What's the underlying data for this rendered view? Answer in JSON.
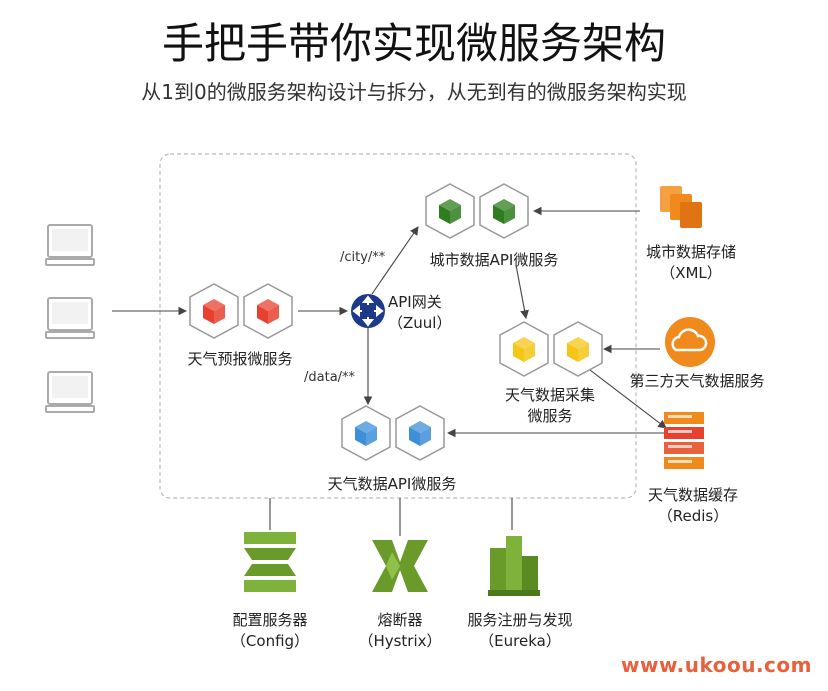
{
  "header": {
    "title": "手把手带你实现微服务架构",
    "subtitle": "从1到0的微服务架构设计与拆分，从无到有的微服务架构实现"
  },
  "nodes": {
    "weather_forecast": "天气预报微服务",
    "gateway_name": "API网关",
    "gateway_sub": "（Zuul）",
    "city_api": "城市数据API微服务",
    "collector_line1": "天气数据采集",
    "collector_line2": "微服务",
    "weather_api": "天气数据API微服务",
    "city_store_line1": "城市数据存储",
    "city_store_line2": "（XML）",
    "third_party": "第三方天气数据服务",
    "cache_line1": "天气数据缓存",
    "cache_line2": "（Redis）",
    "config_line1": "配置服务器",
    "config_line2": "（Config）",
    "breaker_line1": "熔断器",
    "breaker_line2": "（Hystrix）",
    "registry_line1": "服务注册与发现",
    "registry_line2": "（Eureka）"
  },
  "routes": {
    "city": "/city/**",
    "data": "/data/**"
  },
  "colors": {
    "forecast": "#e8412f",
    "city": "#2e7d1e",
    "collector": "#f5c518",
    "weather": "#3d8fd8",
    "gateway": "#1d3a8a",
    "storage": "#f08a1c",
    "support": "#6a9a2a",
    "watermark": "#e8603c"
  },
  "watermark": "www.ukoou.com"
}
